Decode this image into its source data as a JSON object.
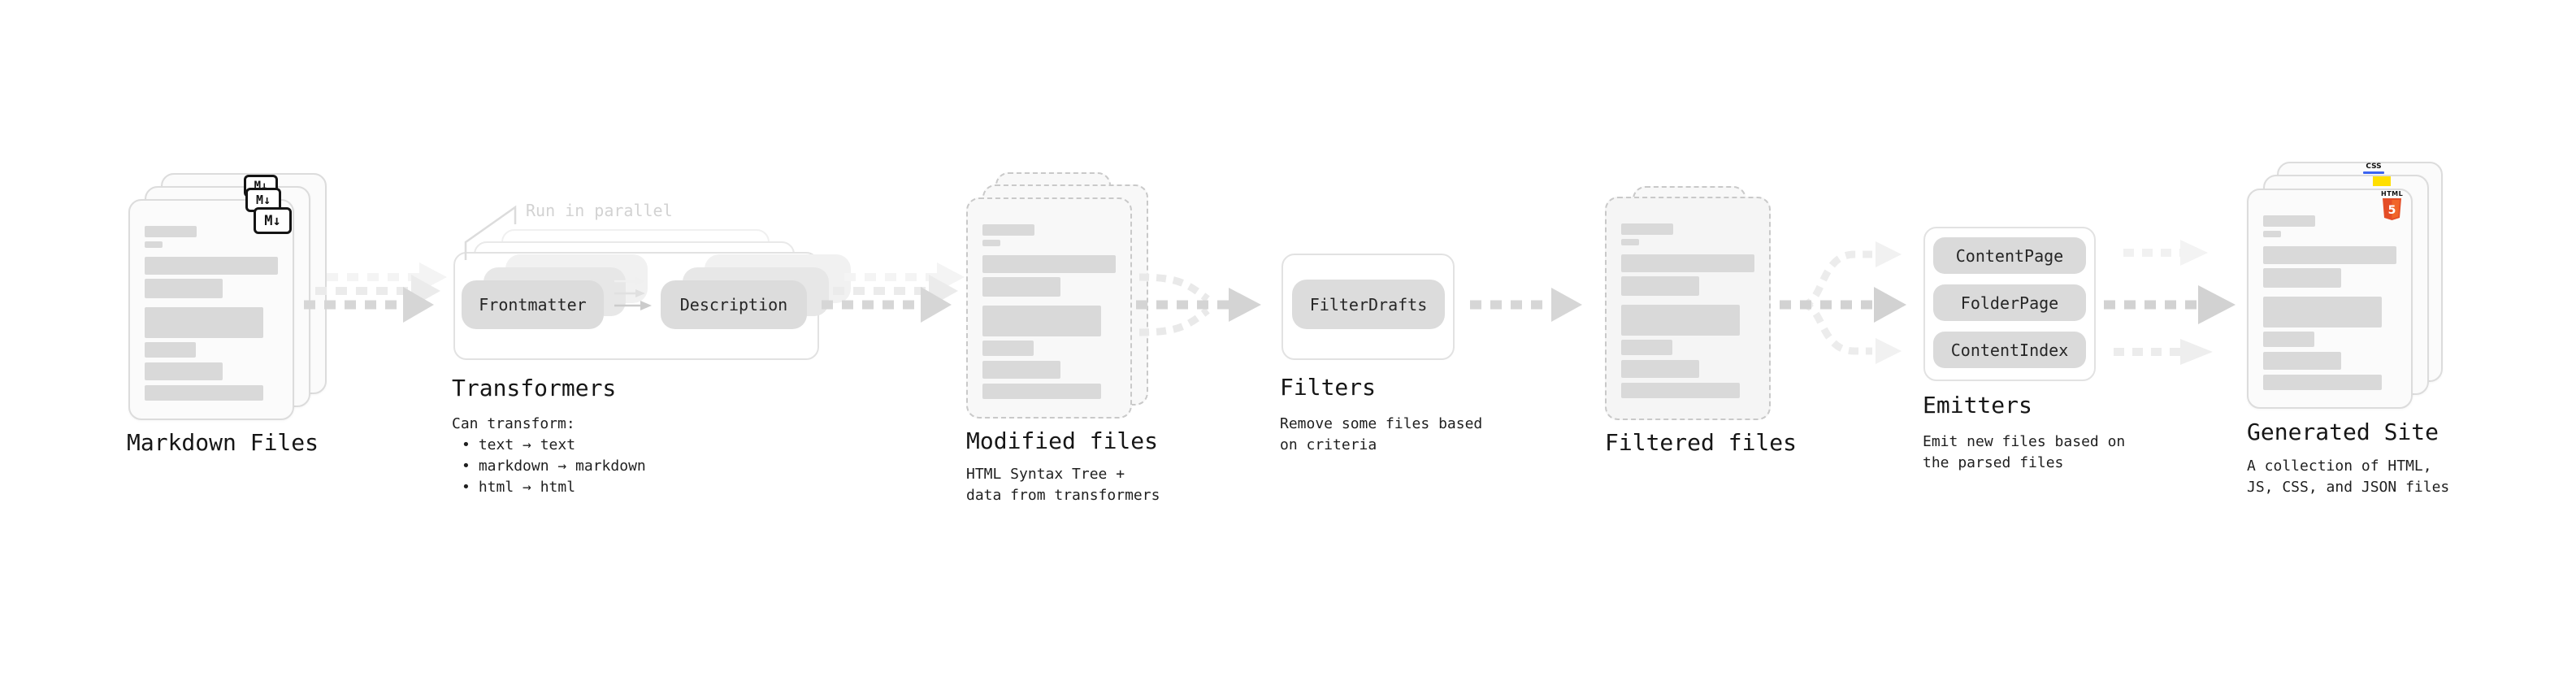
{
  "ui": {
    "bullet": "•"
  },
  "stages": {
    "markdown_files": {
      "title": "Markdown Files",
      "badge": "M↓"
    },
    "transformers": {
      "title": "Transformers",
      "annotation": "Run in parallel",
      "node_from": "Frontmatter",
      "node_to": "Description",
      "note_heading": "Can transform:",
      "bullets": [
        "text → text",
        "markdown → markdown",
        "html → html"
      ]
    },
    "modified_files": {
      "title": "Modified files",
      "note_lines": [
        "HTML Syntax Tree +",
        "data from transformers"
      ]
    },
    "filters": {
      "title": "Filters",
      "node": "FilterDrafts",
      "note_lines": [
        "Remove some files based",
        "on criteria"
      ]
    },
    "filtered_files": {
      "title": "Filtered files"
    },
    "emitters": {
      "title": "Emitters",
      "nodes": [
        "ContentPage",
        "FolderPage",
        "ContentIndex"
      ],
      "note_lines": [
        "Emit new files based on",
        "the parsed files"
      ]
    },
    "generated_site": {
      "title": "Generated Site",
      "note_lines": [
        "A collection of HTML,",
        "JS, CSS, and JSON files"
      ],
      "badge_css": "CSS",
      "badge_html": "HTML",
      "badge_html_number": "5"
    }
  },
  "colors": {
    "html5_shield": "#e44d26",
    "html5_shield_light": "#f16529",
    "js_yellow": "#ffdf00",
    "css_blue": "#3b63f0",
    "skeleton_gray": "#d9d9d9",
    "arrow_gray": "#d6d6d6"
  }
}
